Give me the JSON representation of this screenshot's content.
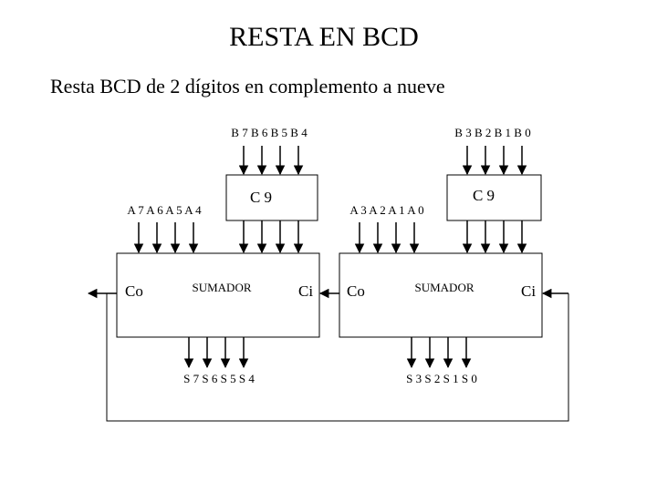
{
  "slide": {
    "title": "RESTA EN BCD",
    "subtitle": "Resta BCD de 2 dígitos en complemento a nueve"
  },
  "diagram": {
    "high": {
      "b_inputs": "B 7 B 6 B 5 B 4",
      "complement": "C 9",
      "a_inputs": "A 7 A 6 A 5 A 4",
      "adder": "SUMADOR",
      "carry_out": "Co",
      "carry_in": "Ci",
      "outputs": "S 7 S 6 S 5 S 4"
    },
    "low": {
      "b_inputs": "B 3 B 2 B 1 B 0",
      "complement": "C 9",
      "a_inputs": "A 3 A 2 A 1 A 0",
      "adder": "SUMADOR",
      "carry_out": "Co",
      "carry_in": "Ci",
      "outputs": "S 3 S 2 S 1 S 0"
    }
  }
}
